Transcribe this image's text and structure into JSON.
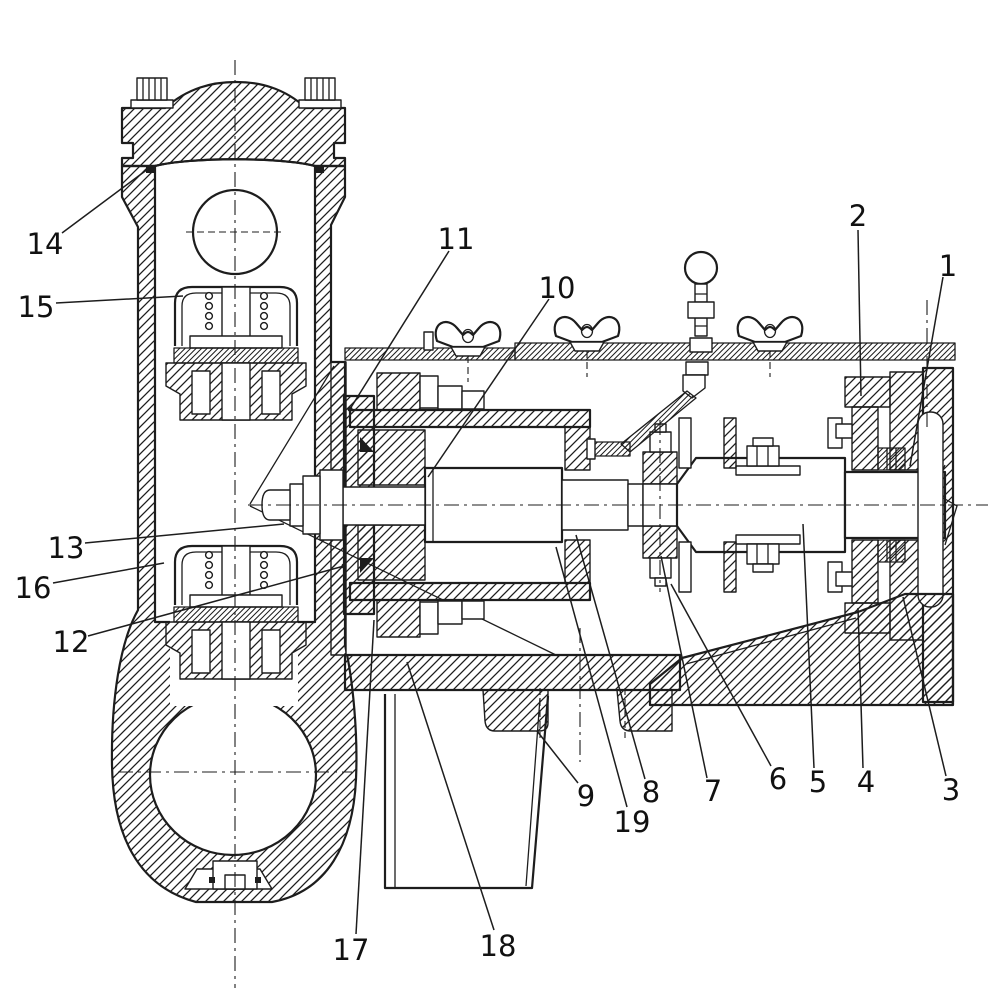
{
  "drawing": {
    "type": "technical-sectional-drawing",
    "background": "#ffffff",
    "line_color": "#1d1d1d",
    "callouts": [
      {
        "label": "1"
      },
      {
        "label": "2"
      },
      {
        "label": "3"
      },
      {
        "label": "4"
      },
      {
        "label": "5"
      },
      {
        "label": "6"
      },
      {
        "label": "7"
      },
      {
        "label": "8"
      },
      {
        "label": "9"
      },
      {
        "label": "10"
      },
      {
        "label": "11"
      },
      {
        "label": "12"
      },
      {
        "label": "13"
      },
      {
        "label": "14"
      },
      {
        "label": "15"
      },
      {
        "label": "16"
      },
      {
        "label": "17"
      },
      {
        "label": "18"
      },
      {
        "label": "19"
      }
    ]
  }
}
